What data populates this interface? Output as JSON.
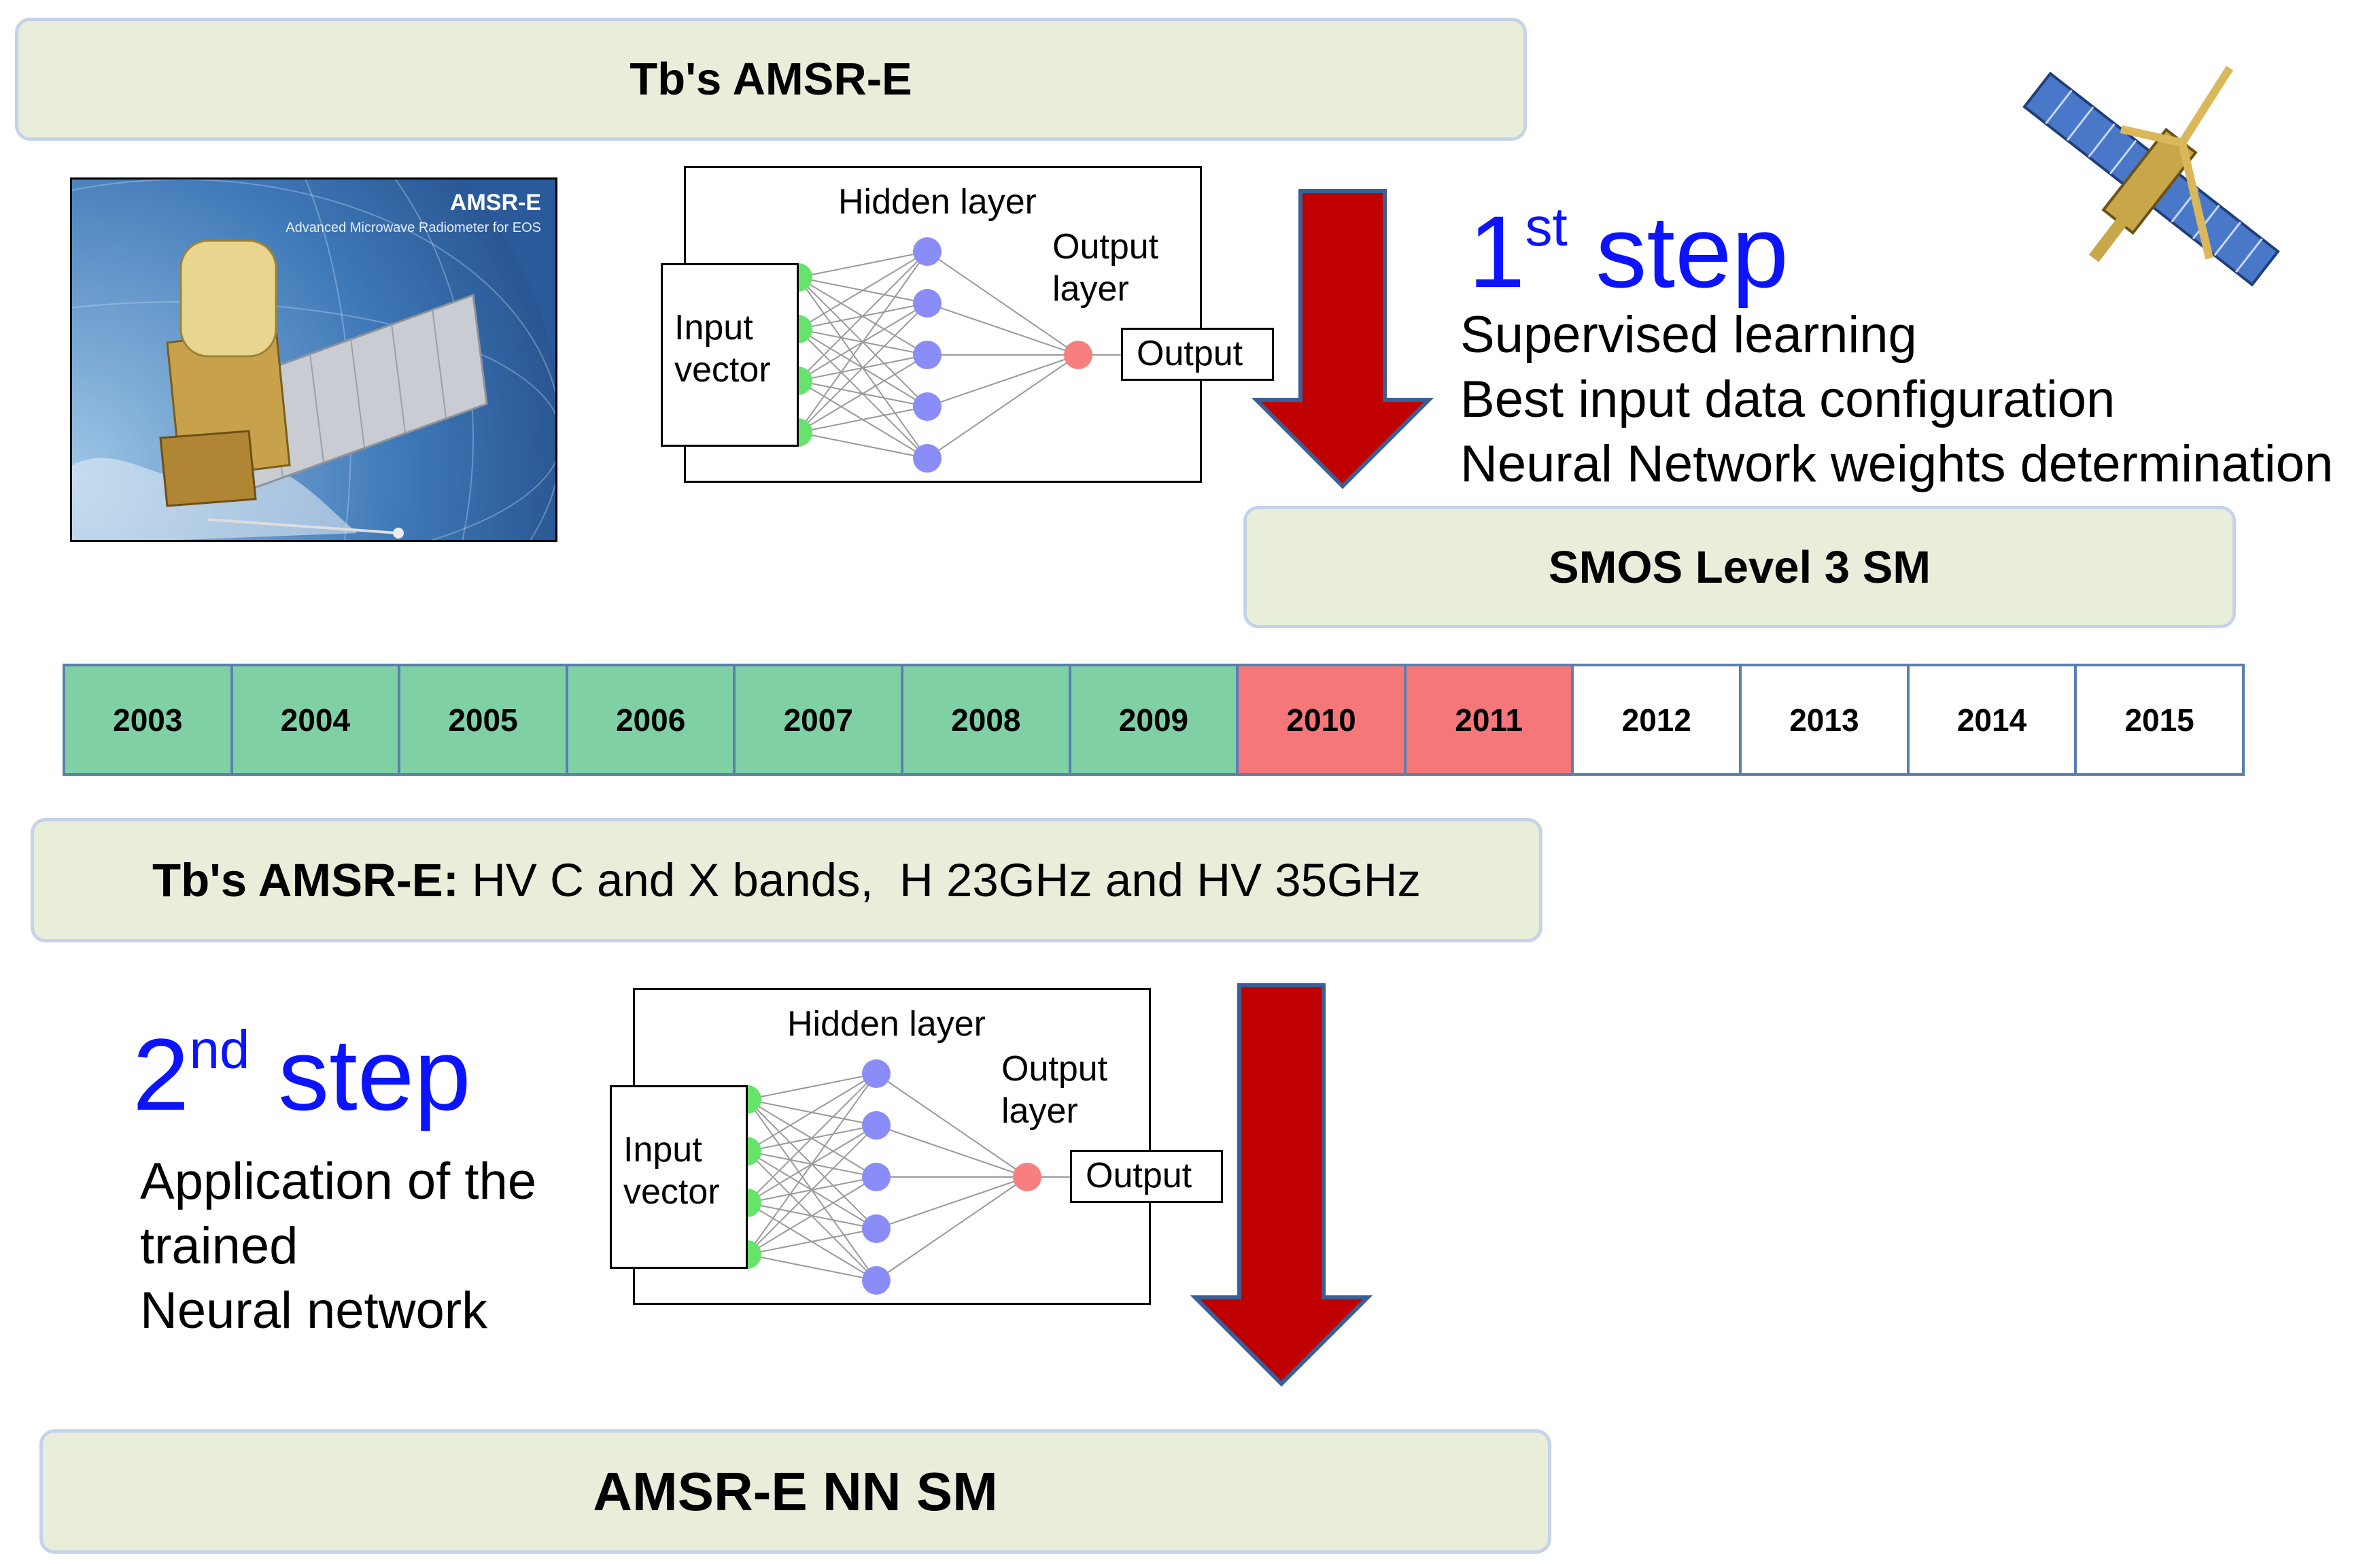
{
  "header": {
    "top_box": "Tb's AMSR-E"
  },
  "photo": {
    "title": "AMSR-E",
    "subtitle": "Advanced Microwave Radiometer for EOS"
  },
  "step1": {
    "num": "1",
    "sup": "st",
    "word": "step",
    "lines": [
      "Supervised learning",
      "Best input data configuration",
      "Neural Network weights determination"
    ]
  },
  "nn": {
    "hidden": "Hidden layer",
    "output_layer_1": "Output",
    "output_layer_2": "layer",
    "input_1": "Input",
    "input_2": "vector",
    "output_box": "Output"
  },
  "smos_box": "SMOS Level 3 SM",
  "timeline": {
    "years": [
      "2003",
      "2004",
      "2005",
      "2006",
      "2007",
      "2008",
      "2009",
      "2010",
      "2011",
      "2012",
      "2013",
      "2014",
      "2015"
    ],
    "colors": [
      "#7fd1a5",
      "#7fd1a5",
      "#7fd1a5",
      "#7fd1a5",
      "#7fd1a5",
      "#7fd1a5",
      "#7fd1a5",
      "#f6777a",
      "#f6777a",
      "#ffffff",
      "#ffffff",
      "#ffffff",
      "#ffffff"
    ]
  },
  "bands_box": {
    "bold": "Tb's AMSR-E:",
    "rest": " HV C and X bands,  H 23GHz and HV 35GHz"
  },
  "step2": {
    "num": "2",
    "sup": "nd",
    "word": "step",
    "lines": [
      "Application of the",
      "trained",
      "Neural network"
    ]
  },
  "bottom_box": "AMSR-E NN SM",
  "colors": {
    "arrow": "#c00000",
    "arrow_edge": "#3a5f95",
    "input_node": "#66e36a",
    "hidden_node": "#8a8cf7",
    "output_node": "#f77f7f"
  }
}
